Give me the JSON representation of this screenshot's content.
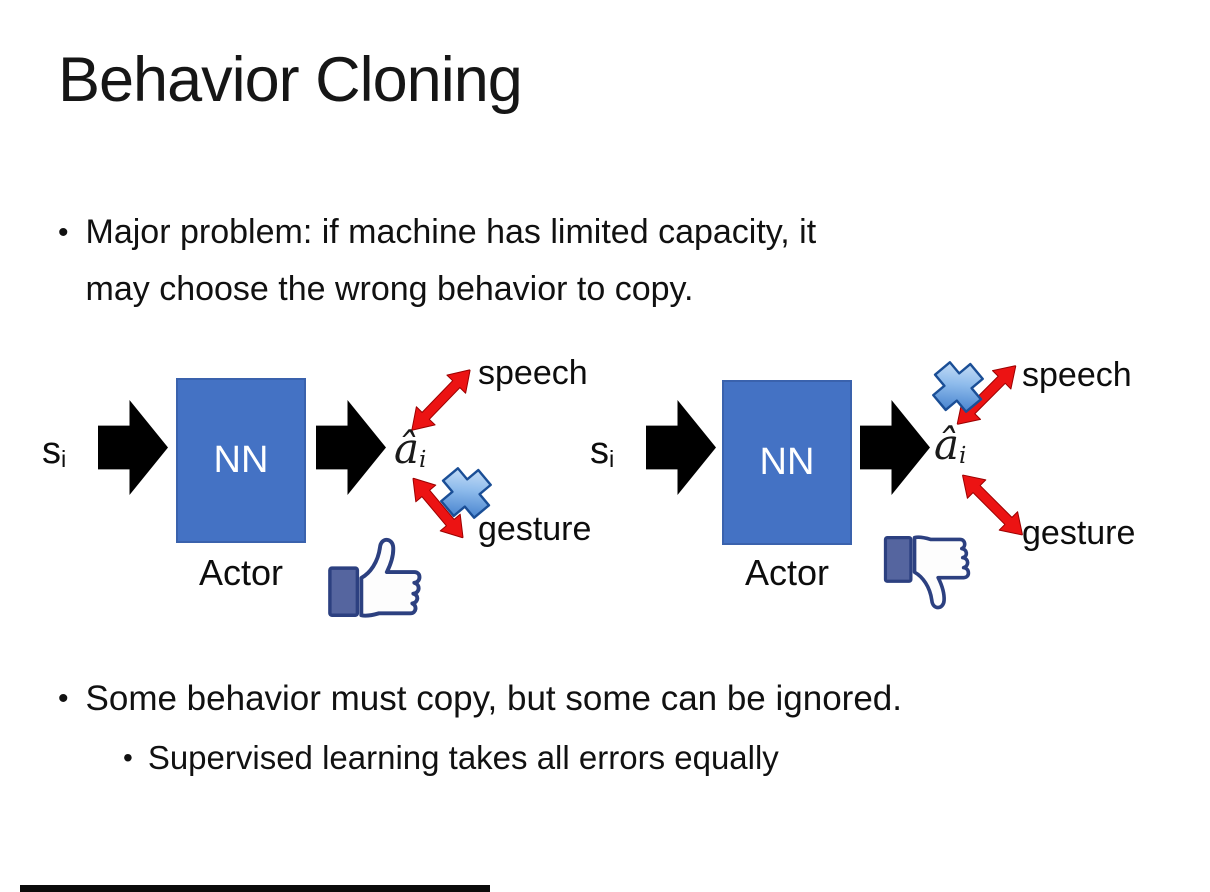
{
  "slide": {
    "title": "Behavior Cloning",
    "bullet_char": "•",
    "bullet_major_1": "Major problem: if machine has limited capacity, it",
    "bullet_major_2": "may choose the wrong behavior to copy.",
    "bullet_some": "Some behavior must copy, but some can be ignored.",
    "bullet_supervised": "Supervised learning takes all errors equally"
  },
  "diagram": {
    "state_base": "s",
    "state_sub": "i",
    "nn": "NN",
    "actor": "Actor",
    "action_base": "â",
    "action_sub": "i",
    "speech": "speech",
    "gesture": "gesture",
    "left_crossed_out": "gesture",
    "right_crossed_out": "speech",
    "left_feedback_icon": "thumbs-up",
    "right_feedback_icon": "thumbs-down"
  },
  "colors": {
    "background": "#FFFFFF",
    "text": "#111111",
    "nn_fill": "#4472C4",
    "nn_border": "#3A62AD",
    "nn_text": "#FFFFFF",
    "block_arrow": "#000000",
    "red_arrow": "#EC1313",
    "red_arrow_edge": "#9B0000",
    "cross_light": "#DDEBFA",
    "cross_mid": "#8FBCEC",
    "cross_dark": "#2E6FC4",
    "cross_outline": "#1A4E96",
    "thumb_outline": "#2C4080",
    "thumb_cuff": "#55659F",
    "bottom_bar": "#0B0B0B"
  }
}
